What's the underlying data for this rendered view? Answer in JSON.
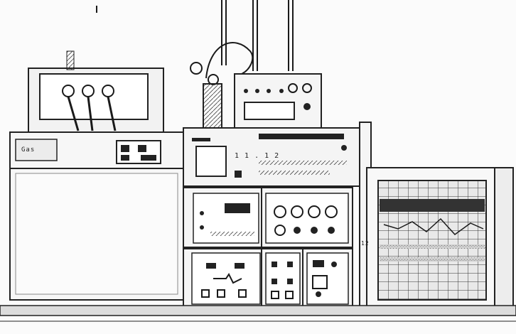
{
  "image": {
    "palette": {
      "ink": "#1a1a1a",
      "paper": "#fbfbfb",
      "shade": "#3a3a3a",
      "grid": "#555555"
    },
    "printed_text": {
      "left_unit_label": "Gas",
      "display_digits": "1 1 . 1 2",
      "side_number": "12"
    }
  }
}
